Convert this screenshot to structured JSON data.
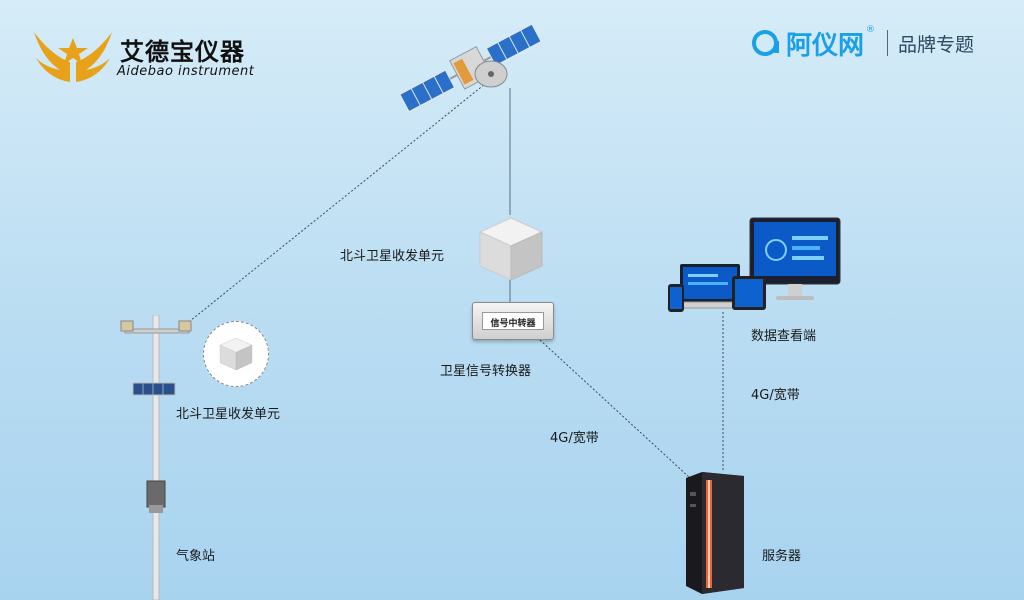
{
  "header": {
    "brand_cn": "艾德宝仪器",
    "brand_en": "Aidebao instrument",
    "site_name": "阿仪网",
    "site_topic": "品牌专题",
    "reg_mark": "®"
  },
  "nodes": {
    "beidou_unit_top": "北斗卫星收发单元",
    "beidou_unit_station": "北斗卫星收发单元",
    "converter": "卫星信号转换器",
    "converter_plate": "信号中转器",
    "data_terminal": "数据查看端",
    "link_4g_left": "4G/宽带",
    "link_4g_right": "4G/宽带",
    "weather_station": "气象站",
    "server": "服务器"
  },
  "colors": {
    "logo_blue": "#1aa0e8",
    "wing_gold": "#e8a21a",
    "server_glow": "#ff6a3a"
  }
}
